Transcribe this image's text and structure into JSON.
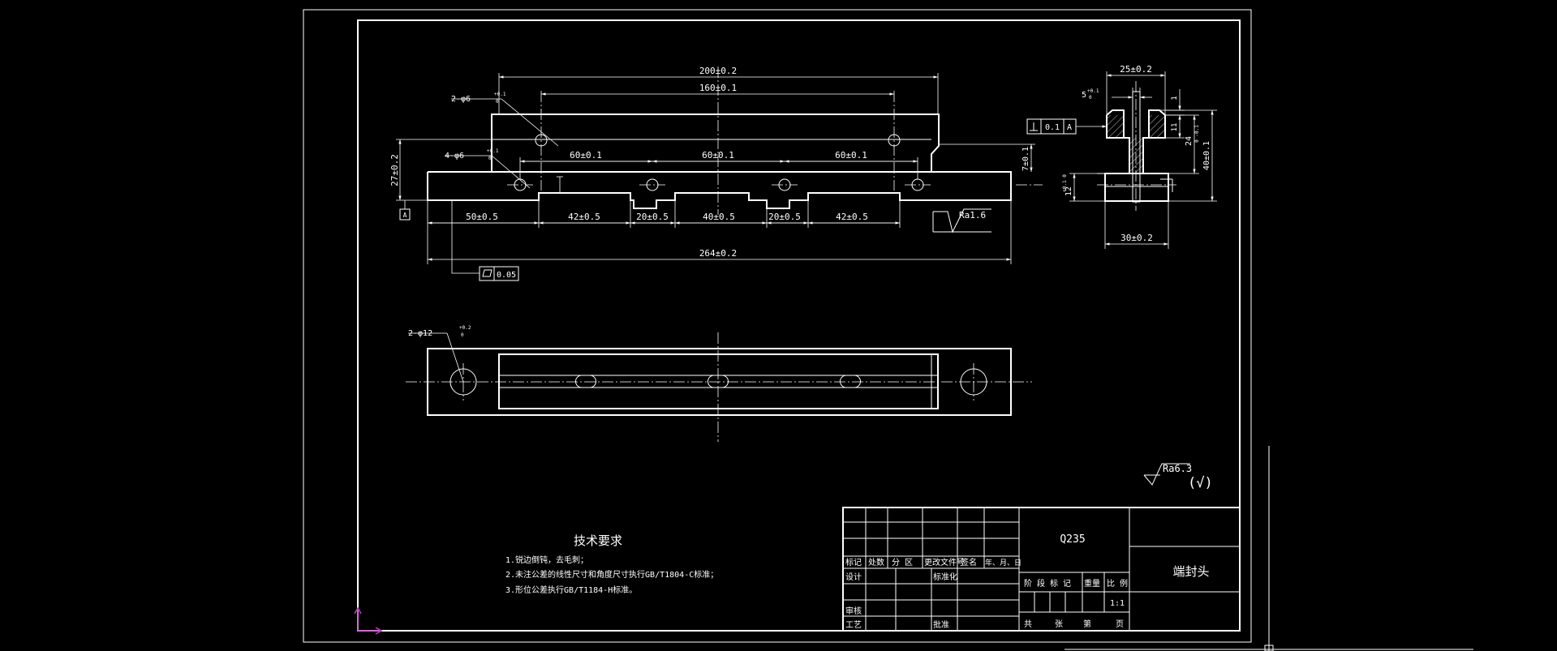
{
  "front_view": {
    "overall_length": "264±0.2",
    "rail_length": "200±0.2",
    "hole_span": "160±0.1",
    "pitch_left": "60±0.1",
    "pitch_mid": "60±0.1",
    "pitch_right": "60±0.1",
    "seg_1": "50±0.5",
    "seg_2": "42±0.5",
    "seg_3": "20±0.5",
    "seg_4": "40±0.5",
    "seg_5": "20±0.5",
    "seg_6": "42±0.5",
    "height": "27±0.2",
    "small_height": "7±0.1",
    "top_holes": "2-φ6",
    "top_holes_tol_upper": "+0.1",
    "top_holes_tol_lower": "0",
    "bottom_holes": "4-φ6",
    "bottom_holes_tol_upper": "+0.1",
    "bottom_holes_tol_lower": "0",
    "flatness_value": "0.05",
    "datum_label": "A",
    "roughness": "Ra1.6"
  },
  "side_view": {
    "top_width": "25±0.2",
    "base_width": "30±0.2",
    "slot_width": "5",
    "slot_tol": "+0.1",
    "slot_tol_lower": "0",
    "dim_1": "1",
    "dim_11": "11",
    "dim_24": "24",
    "dim_24_tol": "0 -0.1",
    "dim_40": "40±0.1",
    "dim_12": "12",
    "dim_12_tol": "+0.1 0",
    "perp_value": "0.1",
    "perp_datum": "A"
  },
  "top_view": {
    "holes": "2-φ12",
    "holes_tol_upper": "+0.2",
    "holes_tol_lower": "0"
  },
  "general_roughness": {
    "value": "Ra6.3",
    "other": "(√)"
  },
  "tech_req": {
    "title": "技术要求",
    "line1": "1.锐边倒钝，去毛刺；",
    "line2": "2.未注公差的线性尺寸和角度尺寸执行GB/T1804-C标准；",
    "line3": "3.形位公差执行GB/T1184-H标准。"
  },
  "title_block": {
    "material": "Q235",
    "part_name": "端封头",
    "h_mark": "标记",
    "h_count": "处数",
    "h_zone": "分 区",
    "h_docno": "更改文件号",
    "h_sign": "签名",
    "h_date": "年、月、日",
    "r_design": "设计",
    "r_std": "标准化",
    "r_check": "审核",
    "r_process": "工艺",
    "r_approve": "批准",
    "stage": "阶 段 标 记",
    "weight": "重量",
    "scale": "比 例",
    "scale_val": "1:1",
    "sheets_total": "共",
    "sheets_num": "张",
    "sheet_of": "第",
    "sheet_page": "页"
  }
}
